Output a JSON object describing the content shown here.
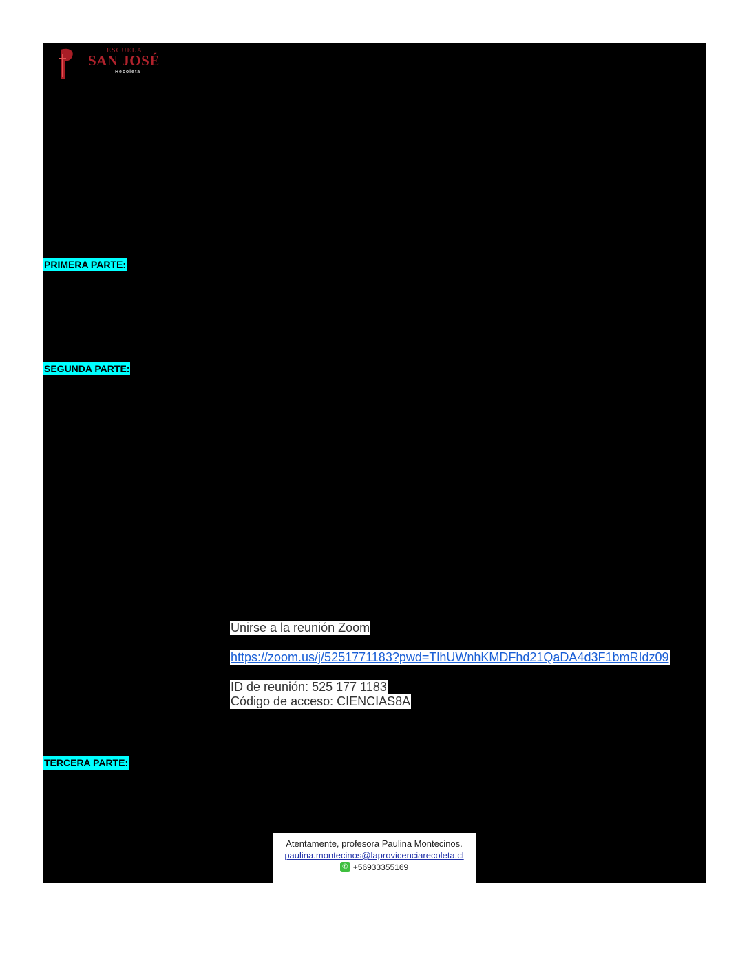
{
  "logo": {
    "line1": "ESCUELA",
    "line2": "SAN JOSÉ",
    "line3": "Recoleta"
  },
  "sections": {
    "primera": "PRIMERA PARTE:",
    "segunda": "SEGUNDA PARTE:",
    "tercera": "TERCERA PARTE:"
  },
  "zoom": {
    "join_label": "Unirse a la reunión Zoom",
    "link": "https://zoom.us/j/5251771183?pwd=TlhUWnhKMDFhd21QaDA4d3F1bmRIdz09",
    "meeting_id": "ID de reunión: 525 177 1183",
    "access_code": "Código de acceso: CIENCIAS8A"
  },
  "signature": {
    "greeting": "Atentamente, profesora Paulina Montecinos.",
    "email": "paulina.montecinos@laprovicenciarecoleta.cl",
    "phone": "+56933355169"
  },
  "colors": {
    "highlight": "#00ffff",
    "link": "#1a5fd6",
    "brand": "#b0222c"
  }
}
